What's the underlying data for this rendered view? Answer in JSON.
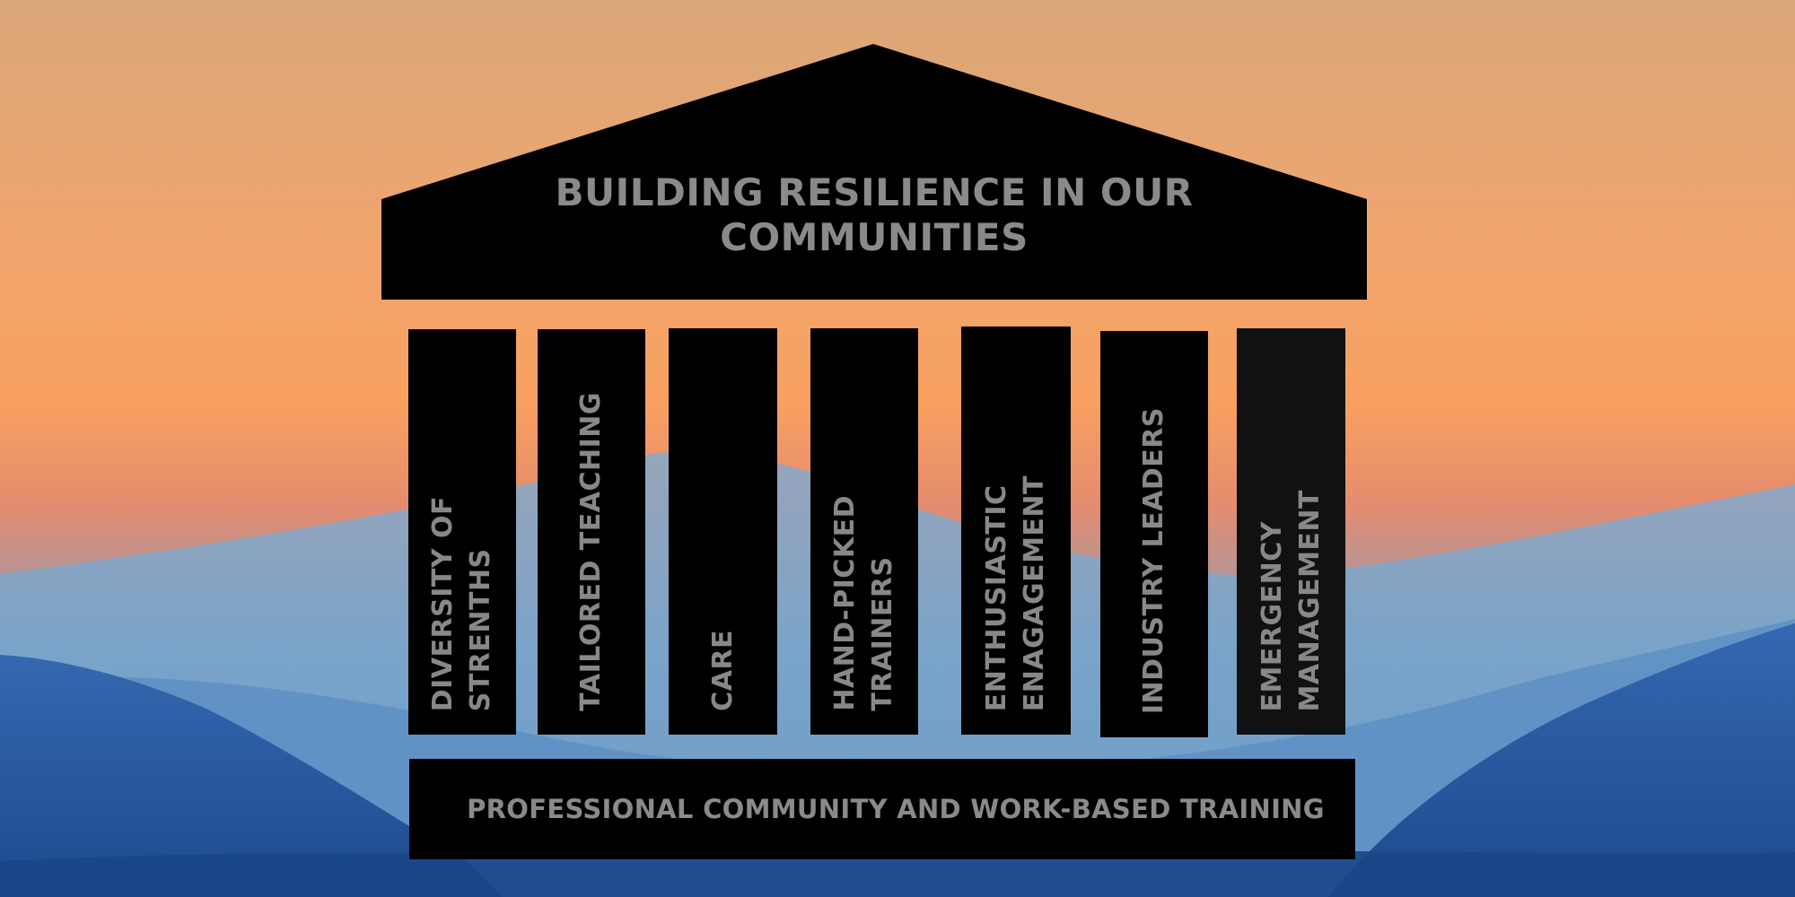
{
  "title_lines": [
    "BUILDING RESILIENCE IN OUR",
    "COMMUNITIES"
  ],
  "pillars": [
    {
      "lines": [
        "DIVERSITY OF",
        "STRENTHS"
      ]
    },
    {
      "lines": [
        "TAILORED TEACHING"
      ]
    },
    {
      "lines": [
        "CARE"
      ]
    },
    {
      "lines": [
        "HAND-PICKED",
        "TRAINERS"
      ]
    },
    {
      "lines": [
        "ENTHUSIASTIC",
        "ENAGAGEMENT"
      ]
    },
    {
      "lines": [
        "INDUSTRY LEADERS"
      ]
    },
    {
      "lines": [
        "EMERGENCY",
        "MANAGEMENT"
      ]
    }
  ],
  "base_text": "PROFESSIONAL COMMUNITY AND WORK-BASED TRAINING",
  "colors": {
    "structure": "#000000",
    "text": "#8a8a8a",
    "sky_top": "#d9a679",
    "sky_mid": "#f7a564",
    "mountains": "#2a5aa0"
  }
}
